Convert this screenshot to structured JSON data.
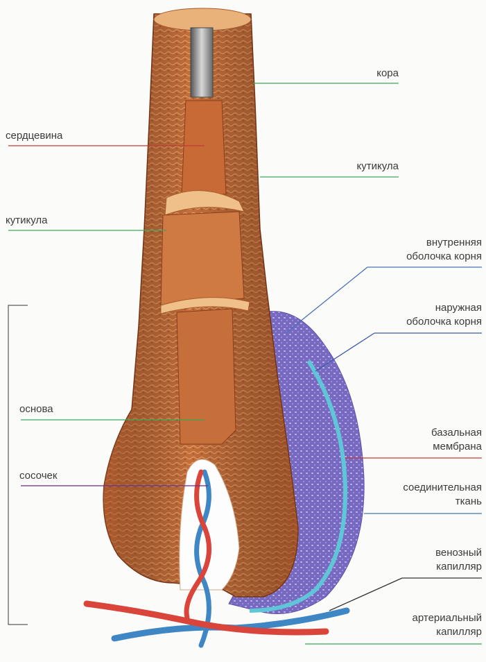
{
  "labels": {
    "kora": "кора",
    "serdcevina": "сердцевина",
    "kutikula_right": "кутикула",
    "kutikula_left": "кутикула",
    "inner_sheath": [
      "внутренняя",
      "оболочка корня"
    ],
    "outer_sheath": [
      "наружная",
      "оболочка корня"
    ],
    "osnova": "основа",
    "basal_membrane": [
      "базальная",
      "мембрана"
    ],
    "sosochek": "сосочек",
    "connective": [
      "соединительная",
      "ткань"
    ],
    "venous": [
      "венозный",
      "капилляр"
    ],
    "arterial": [
      "артериальный",
      "капилляр"
    ]
  },
  "colors": {
    "hair_shaft": "#c8743f",
    "hair_dark": "#8a3d1c",
    "hair_light": "#e8b27a",
    "sheath_purple": "#7b6fc4",
    "sheath_light": "#a9a3e0",
    "membrane_cyan": "#5fc6d8",
    "artery_red": "#d9453a",
    "vein_blue": "#3f86c4",
    "leader_blue": "#4a6fb8",
    "leader_red": "#c23a3a",
    "leader_green": "#3aa85a"
  }
}
